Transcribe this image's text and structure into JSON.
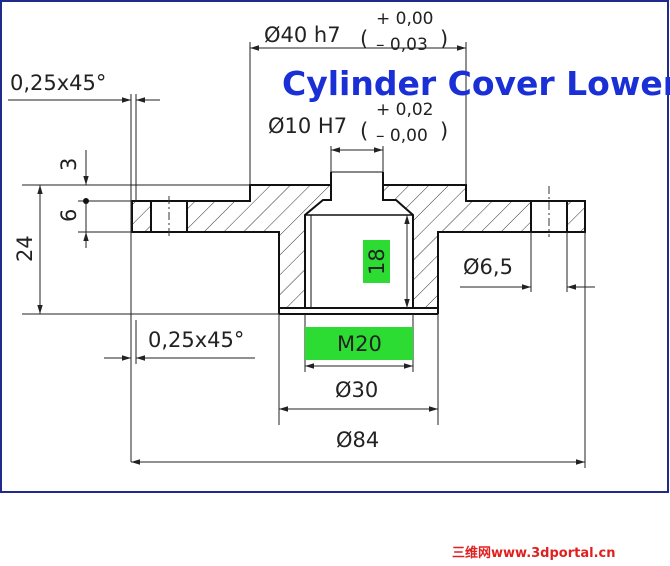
{
  "title": "Cylinder Cover Lower",
  "dims": {
    "d40": "Ø40 h7",
    "d40_tol_upper": "+ 0,00",
    "d40_tol_lower": "– 0,03",
    "d10": "Ø10 H7",
    "d10_tol_upper": "+ 0,02",
    "d10_tol_lower": "– 0,00",
    "chamfer_top": "0,25x45°",
    "chamfer_bottom": "0,25x45°",
    "dim_3": "3",
    "dim_6": "6",
    "dim_24": "24",
    "dim_18": "18",
    "d6_5": "Ø6,5",
    "thread": "M20",
    "d30": "Ø30",
    "d84": "Ø84"
  },
  "watermark": "三维网www.3dportal.cn",
  "colors": {
    "frame": "#1f2a8c",
    "highlight": "#2ddc33",
    "title": "#1a2fd6",
    "watermark": "#e02020"
  }
}
